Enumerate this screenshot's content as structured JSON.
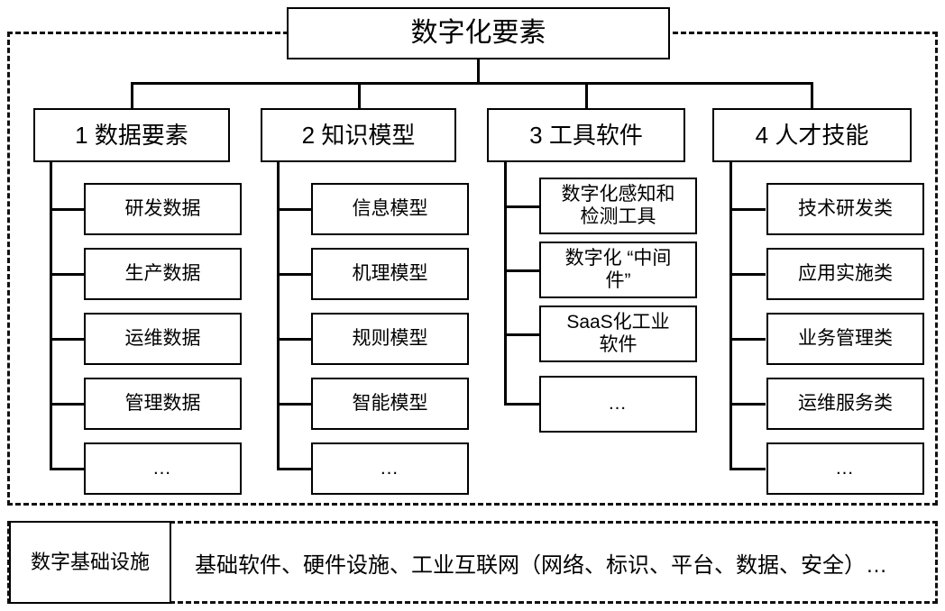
{
  "diagram": {
    "root": {
      "label": "数字化要素"
    },
    "categories": [
      {
        "label": "1 数据要素",
        "items": [
          {
            "label": "研发数据"
          },
          {
            "label": "生产数据"
          },
          {
            "label": "运维数据"
          },
          {
            "label": "管理数据"
          },
          {
            "label": "…"
          }
        ]
      },
      {
        "label": "2 知识模型",
        "items": [
          {
            "label": "信息模型"
          },
          {
            "label": "机理模型"
          },
          {
            "label": "规则模型"
          },
          {
            "label": "智能模型"
          },
          {
            "label": "…"
          }
        ]
      },
      {
        "label": "3 工具软件",
        "items": [
          {
            "label": "数字化感知和\n检测工具"
          },
          {
            "label": "数字化 “中间\n件”"
          },
          {
            "label": "SaaS化工业\n软件"
          },
          {
            "label": "…"
          }
        ]
      },
      {
        "label": "4 人才技能",
        "items": [
          {
            "label": "技术研发类"
          },
          {
            "label": "应用实施类"
          },
          {
            "label": "业务管理类"
          },
          {
            "label": "运维服务类"
          },
          {
            "label": "…"
          }
        ]
      }
    ],
    "infrastructure": {
      "label": "数字基础设施",
      "description": "基础软件、硬件设施、工业互联网（网络、标识、平台、数据、安全）…"
    },
    "colors": {
      "stroke": "#000000",
      "background": "#ffffff",
      "dashed_stroke": "#111111"
    }
  }
}
